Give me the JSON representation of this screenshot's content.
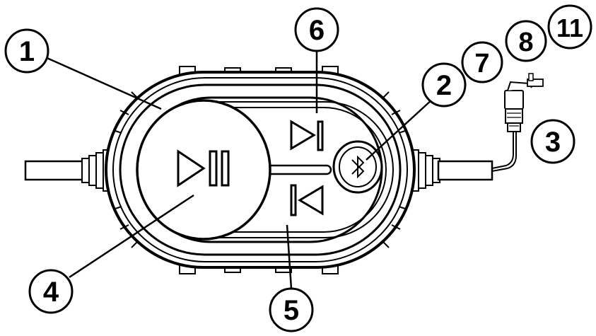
{
  "callouts": [
    {
      "id": "c1",
      "number": "1"
    },
    {
      "id": "c2",
      "number": "2"
    },
    {
      "id": "c3",
      "number": "3"
    },
    {
      "id": "c4",
      "number": "4"
    },
    {
      "id": "c5",
      "number": "5"
    },
    {
      "id": "c6",
      "number": "6"
    },
    {
      "id": "c7",
      "number": "7"
    },
    {
      "id": "c8",
      "number": "8"
    },
    {
      "id": "c11",
      "number": "11"
    }
  ],
  "icons": {
    "play_pause": "play-pause-icon",
    "next": "next-track-icon",
    "previous": "previous-track-icon",
    "bluetooth": "bluetooth-icon"
  },
  "colors": {
    "stroke": "#000000",
    "background": "#ffffff"
  }
}
